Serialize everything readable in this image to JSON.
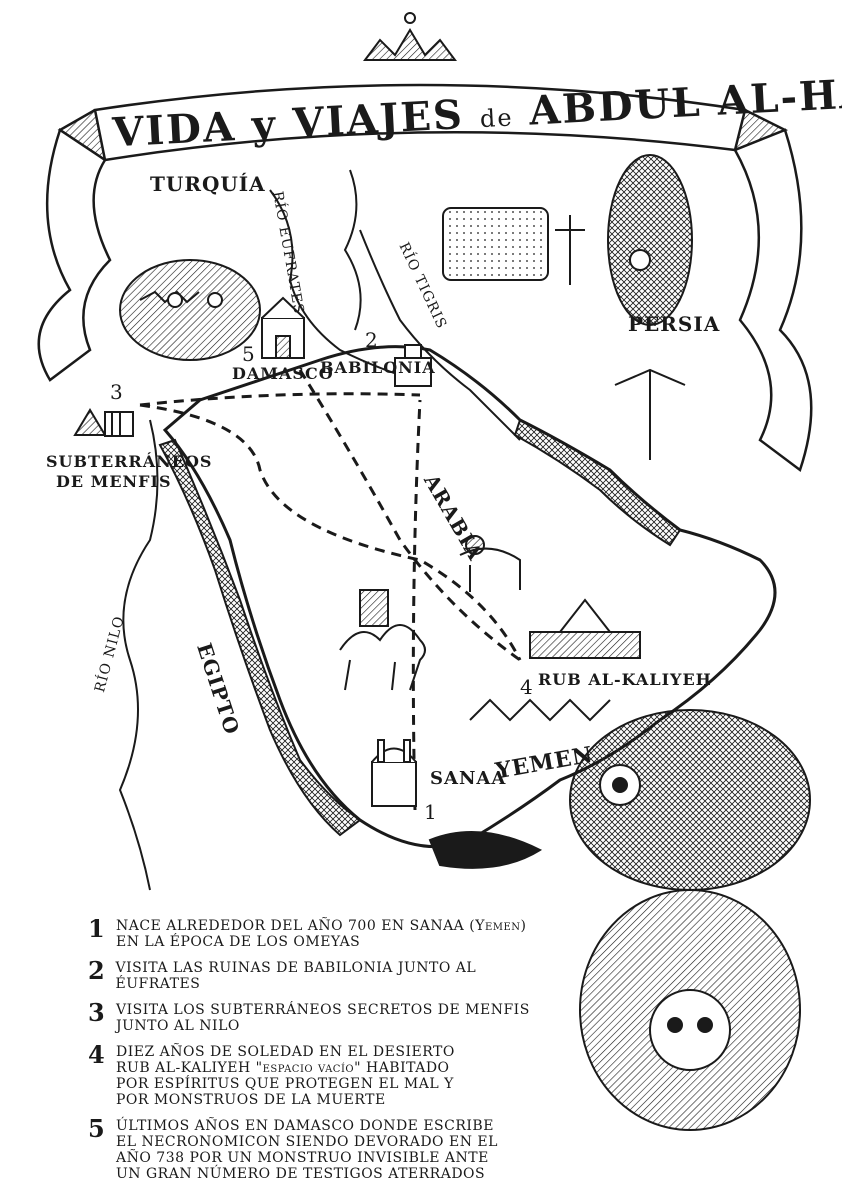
{
  "banner": {
    "title_part1": "VIDA y VIAJES",
    "title_part2": "de",
    "title_part3": "ABDUL AL-HAZRED"
  },
  "regions": {
    "turquia": "TURQUÍA",
    "persia": "PERSIA",
    "arabia": "ARABIA",
    "egipto": "EGIPTO",
    "yemen": "YEMEN"
  },
  "rivers": {
    "eufrates": "RÍO EUFRATES",
    "tigris": "RÍO TIGRIS",
    "nilo": "RÍO NILO"
  },
  "places": [
    {
      "number": "1",
      "name": "SANAA"
    },
    {
      "number": "2",
      "name": "BABILONIA"
    },
    {
      "number": "3",
      "name_line1": "SUBTERRÁNEOS",
      "name_line2": "DE MENFIS"
    },
    {
      "number": "4",
      "name": "RUB AL-KALIYEH"
    },
    {
      "number": "5",
      "name": "DAMASCO"
    }
  ],
  "legend": [
    {
      "number": "1",
      "lines": [
        "NACE ALREDEDOR DEL AÑO 700 EN SANAA (Yemen)",
        "EN LA ÉPOCA DE LOS OMEYAS"
      ]
    },
    {
      "number": "2",
      "lines": [
        "VISITA LAS RUINAS DE BABILONIA JUNTO AL ÉUFRATES"
      ]
    },
    {
      "number": "3",
      "lines": [
        "VISITA LOS SUBTERRÁNEOS SECRETOS DE MENFIS",
        "JUNTO AL NILO"
      ]
    },
    {
      "number": "4",
      "lines": [
        "DIEZ AÑOS DE SOLEDAD EN EL DESIERTO",
        "RUB AL-KALIYEH \"espacio vacío\" HABITADO",
        "POR ESPÍRITUS QUE PROTEGEN EL MAL Y",
        "POR MONSTRUOS DE LA MUERTE"
      ]
    },
    {
      "number": "5",
      "lines": [
        "ÚLTIMOS AÑOS EN DAMASCO DONDE ESCRIBE",
        "EL NECRONOMICON SIENDO DEVORADO EN EL",
        "AÑO 738 POR UN MONSTRUO INVISIBLE ANTE",
        "UN GRAN NÚMERO DE TESTIGOS ATERRADOS"
      ]
    }
  ],
  "colors": {
    "ink": "#1a1a1a",
    "paper": "#ffffff",
    "shade": "#bdbdbd"
  }
}
